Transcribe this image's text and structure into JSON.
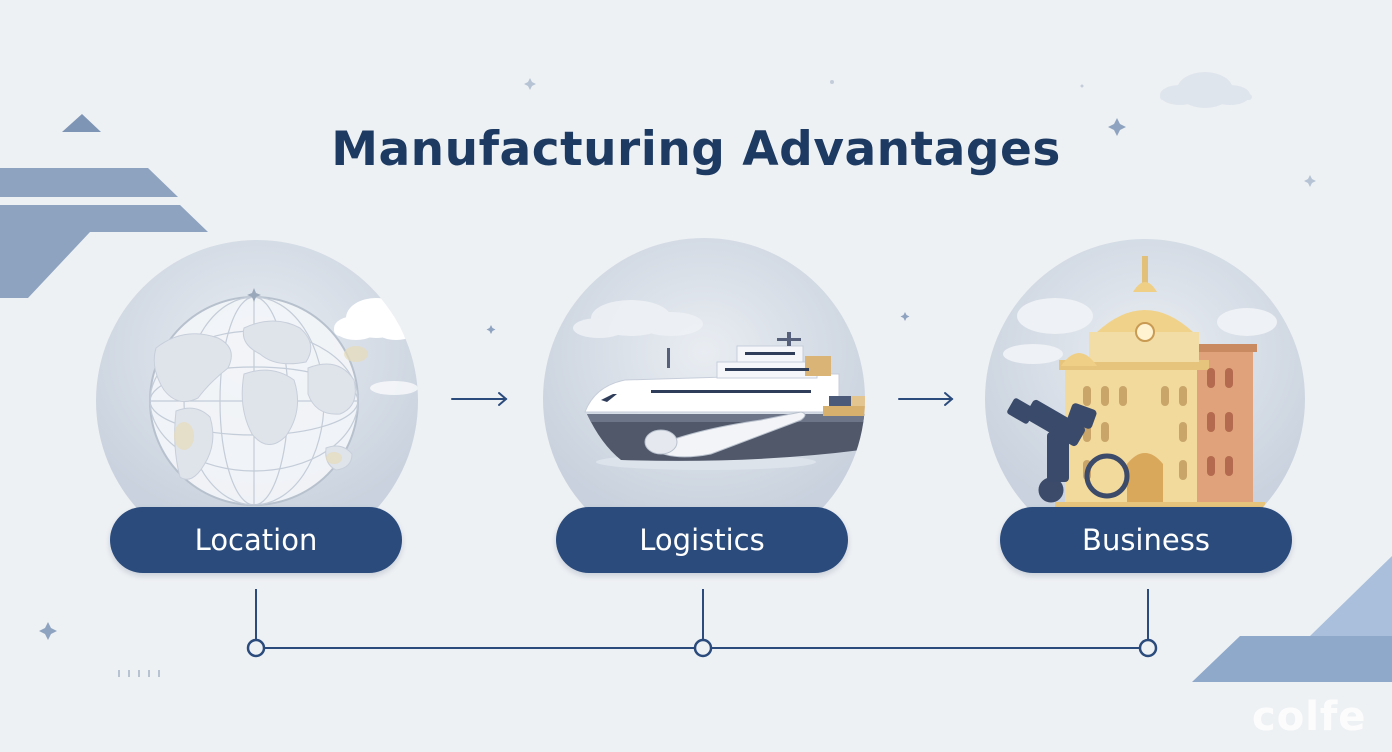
{
  "title": "Manufacturing Advantages",
  "stages": [
    {
      "label": "Location",
      "icon": "globe-icon"
    },
    {
      "label": "Logistics",
      "icon": "cargo-ship-icon"
    },
    {
      "label": "Business",
      "icon": "factory-building-icon"
    }
  ],
  "watermark": "colfe",
  "colors": {
    "navy": "#23416d",
    "title": "#1d3a63",
    "pill": "#2a4b7c",
    "accent": "#7d9bc2",
    "circle": "#d7dde6",
    "background": "#eef1f4"
  }
}
